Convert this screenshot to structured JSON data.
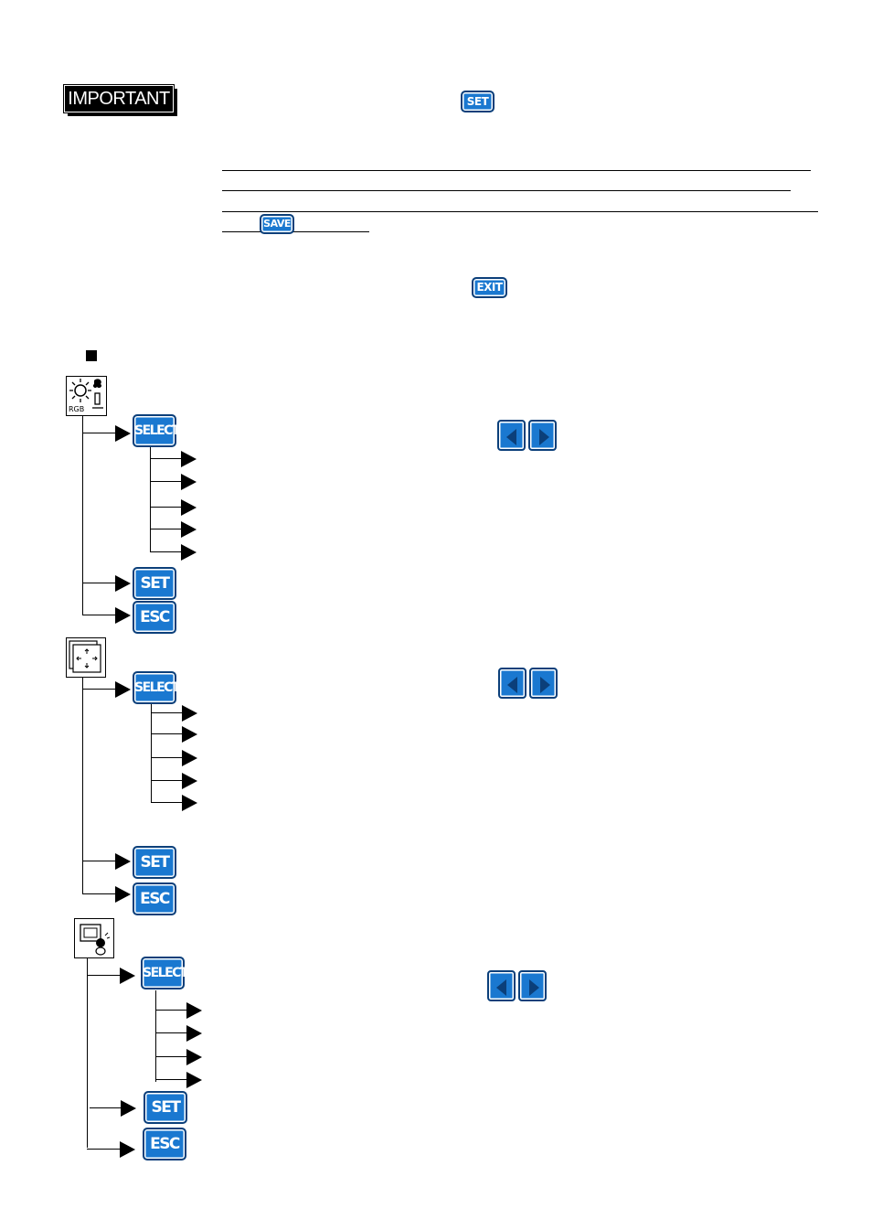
{
  "important_label": "IMPORTANT",
  "buttons": {
    "set": "SET",
    "save": "SAVE",
    "exit": "EXIT",
    "select": "SELECT",
    "esc": "ESC"
  },
  "icons": {
    "bullet": "black-square-bullet",
    "color_menu": "color-rgb-icon",
    "position_menu": "screen-position-icon",
    "other_menu": "monitor-settings-icon",
    "nav_left": "left-arrow-button",
    "nav_right": "right-arrow-button"
  },
  "icon_text": {
    "rgb": "RGB"
  },
  "colors": {
    "button_fill": "#1a78d0",
    "button_border": "#0b3f7a"
  }
}
